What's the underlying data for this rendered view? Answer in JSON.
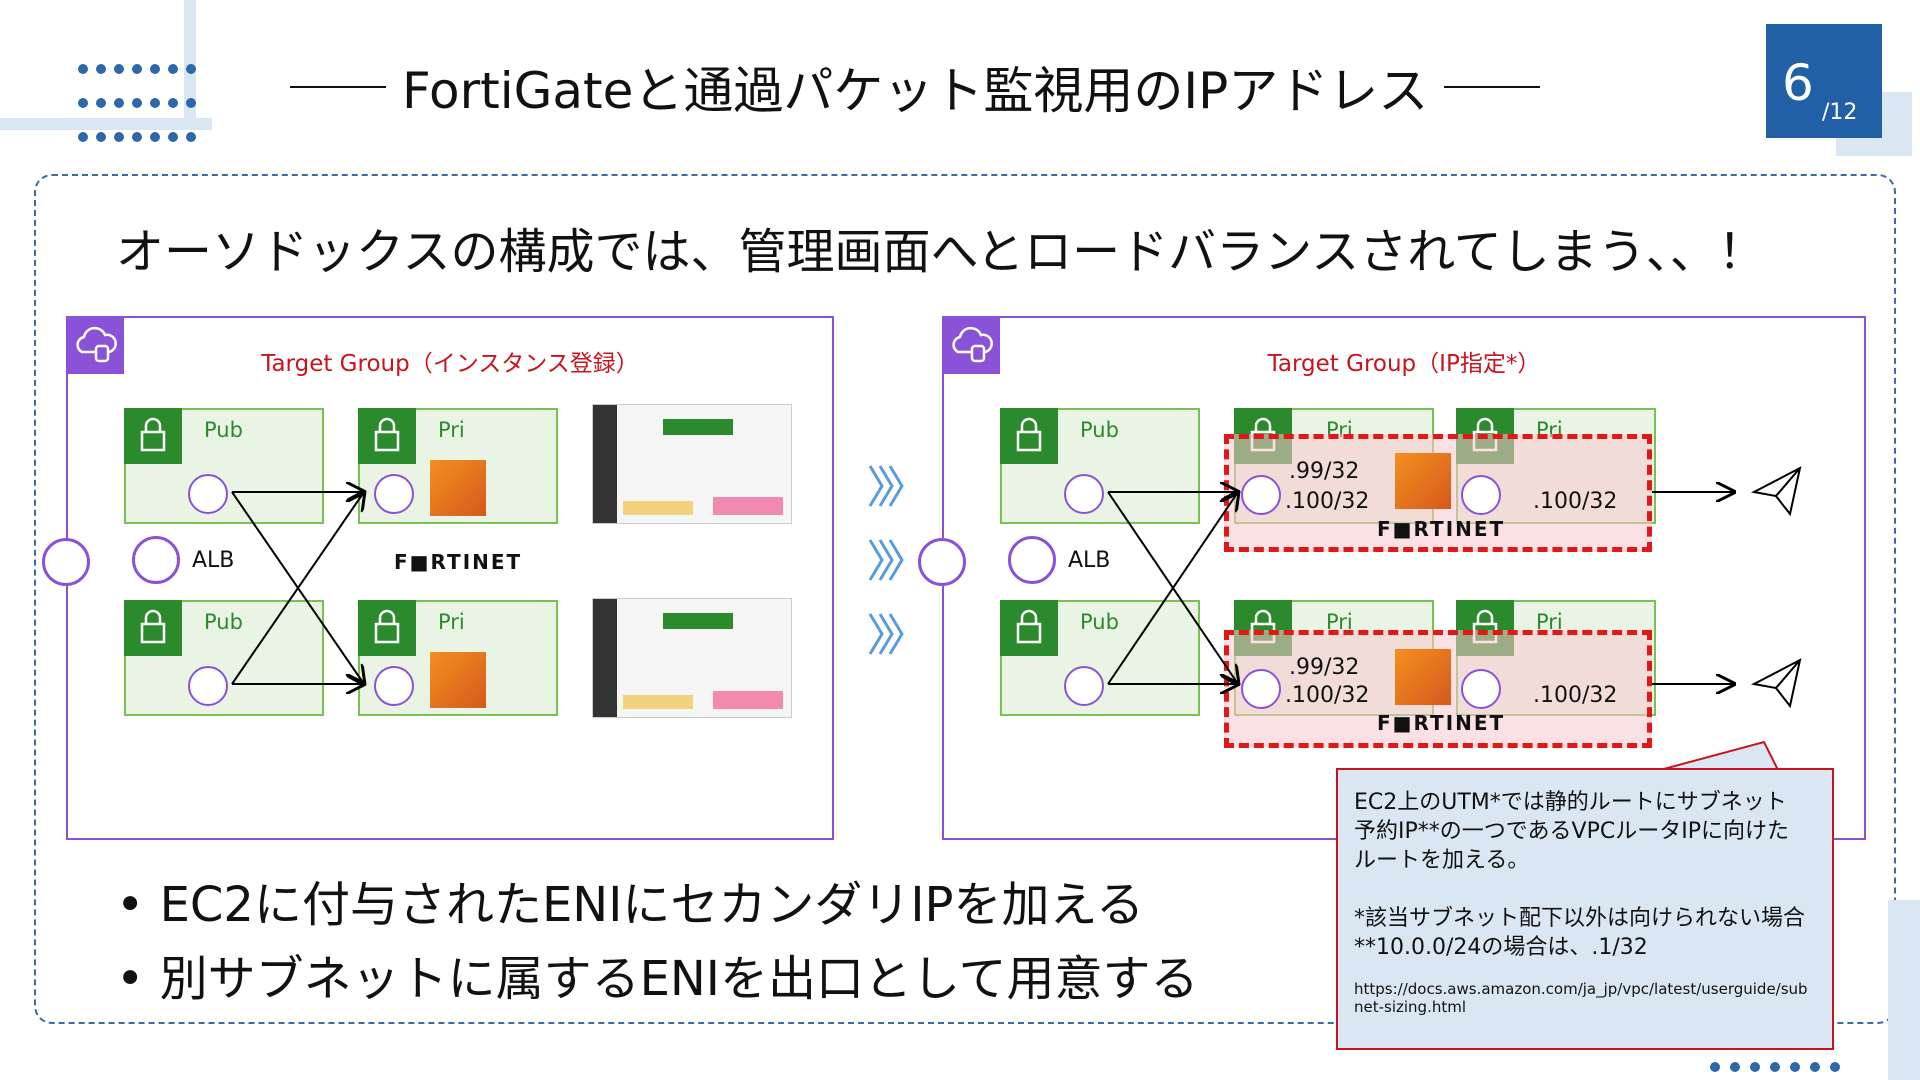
{
  "title": "FortiGateと通過パケット監視用のIPアドレス",
  "page": {
    "number": "6",
    "total": "/12"
  },
  "headline": "オーソドックスの構成では、管理画面へとロードバランスされてしまう、、！",
  "left_panel": {
    "title": "Target Group（インスタンス登録）",
    "subnets": [
      "Pub",
      "Pri",
      "Pub",
      "Pri"
    ],
    "alb_label": "ALB",
    "fortinet": "F■RTINET"
  },
  "right_panel": {
    "title": "Target Group（IP指定*）",
    "subnets": [
      "Pub",
      "Pri",
      "Pri",
      "Pub",
      "Pri",
      "Pri"
    ],
    "alb_label": "ALB",
    "ips": [
      ".99/32",
      ".100/32",
      ".100/32",
      ".99/32",
      ".100/32",
      ".100/32"
    ],
    "fortinet": [
      "F■RTINET",
      "F■RTINET"
    ]
  },
  "bullets": [
    "• EC2に付与されたENIにセカンダリIPを加える",
    "• 別サブネットに属するENIを出口として用意する"
  ],
  "callout": {
    "lines": [
      "EC2上のUTM*では静的ルートにサブネット",
      "予約IP**の一つであるVPCルータIPに向けた",
      "ルートを加える。",
      "",
      "*該当サブネット配下以外は向けられない場合",
      "**10.0.0/24の場合は、.1/32"
    ],
    "url": "https://docs.aws.amazon.com/ja_jp/vpc/latest/userguide/subnet-sizing.html"
  },
  "colors": {
    "accent": "#2160a6",
    "purple": "#8a52d6",
    "green": "#2b8a2b",
    "red": "#e01818"
  }
}
